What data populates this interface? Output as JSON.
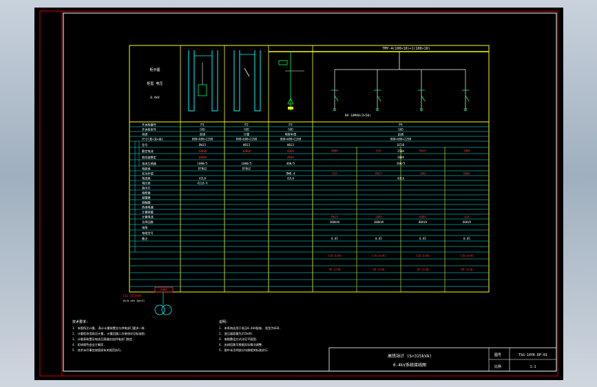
{
  "viewport": {
    "bg": "#000000",
    "frame_color": "#ffffff",
    "border_color": "#d00000"
  },
  "drawing": {
    "line_color": "#ffff00",
    "grid_color": "#00ffff",
    "text_color": "#ffffff",
    "highlight_color": "#ff3030",
    "green_color": "#00ff66",
    "busbar_label": "TMY-4(100×10)+1(100×10)",
    "cable_label": "BV-10M40(3×50)",
    "left_header": {
      "l1": "柜示图",
      "l2": "柜型 电压",
      "l3": "0.4kV"
    },
    "row_labels": [
      "开关柜编号",
      "开关柜型号",
      "用途",
      "尺寸(宽×深×高)",
      "型号",
      "额定电流",
      "脱扣器整定",
      "电流互感器",
      "电能表",
      "无功补偿",
      "电流表",
      "电压表",
      "指示灯",
      "熔断器",
      "避雷器",
      "接触器",
      "热继电器",
      "计算容量",
      "计算电流",
      "功率因数",
      "电缆",
      "电缆型号",
      "备注"
    ],
    "col_heads": [
      "P1",
      "P2",
      "P3",
      "P4"
    ],
    "col_vals": [
      [
        "GGD",
        "进线",
        "800×600×2200",
        "DW15",
        "1000A",
        "1000A",
        "1000/5",
        "DT862",
        "",
        "42L6",
        "42L6-V"
      ],
      [
        "GGD",
        "计量",
        "800×600×2200",
        "HD13",
        "1000A",
        "",
        "1000/5",
        "DT862",
        "",
        "",
        ""
      ],
      [
        "GGD",
        "电容补偿",
        "800×600×2200",
        "HD13",
        "400A",
        "400A",
        "400/5",
        "",
        "BW0.4",
        "42L6",
        ""
      ],
      [
        "GGD",
        "出线",
        "800×600×2200",
        "DZ20",
        "250A",
        "200A",
        "200/5",
        "",
        "",
        "42L6",
        ""
      ]
    ],
    "bottom_vals": [
      "200kVA",
      "100kVA",
      "80kVA",
      "60kVA",
      "0.85",
      "YJV-4×95",
      "VV-3×50"
    ],
    "title_block": {
      "line1": "高铁站计 (S=315kVA)",
      "line2": "0.4kV系统接线图",
      "drawing_no_label": "图号",
      "drawing_no": "TSG-10YK-DP-01",
      "scale_label": "比例",
      "scale": "1:1"
    },
    "notes_left_title": "技术要求:",
    "notes_left": [
      "1. 本图所注计量, 表计计量装置应与供电部门要求一致.",
      "2. 计量柜采用高压计量, 计量回路二次接线详见标准图.",
      "3. 计量表装置及电流互感器应由供电部门指定.",
      "4. 柜体颜色由业主确定.",
      "5. 其余未尽事宜按国家有关规范执行."
    ],
    "notes_right_title": "说明:",
    "notes_right": [
      "1. 本系统适用于低压0.4kV配电, 柜型为GGD.",
      "2. 变压器容量为315kVA.",
      "3. 电缆敷设方式详见平面图.",
      "4. 出线回路可根据实际情况调整.",
      "5. 图中未注明部分均按相关标准执行."
    ],
    "transformer_label": "S11-315kVA",
    "transformer_note": "10/0.4kV Dyn11",
    "red_labels": [
      "800A",
      "63A",
      "DW15",
      "100A"
    ]
  }
}
